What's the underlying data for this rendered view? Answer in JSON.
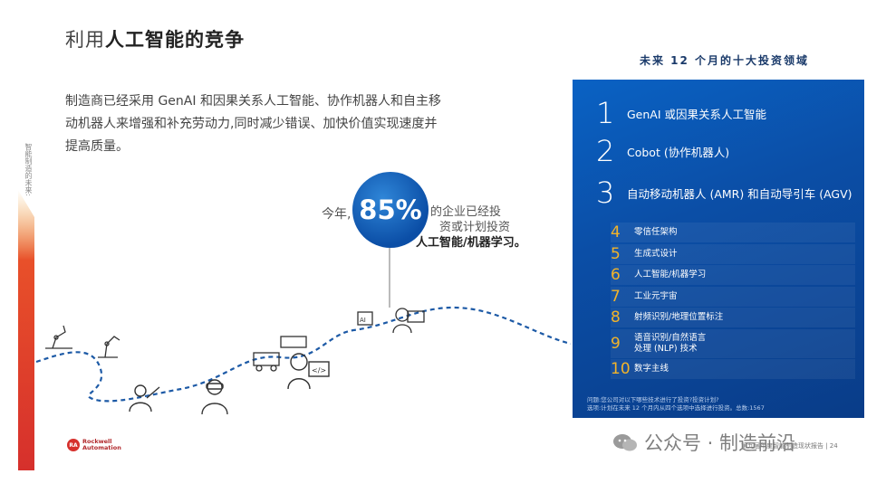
{
  "slide": {
    "title_prefix": "利用",
    "title_bold": "人工智能的竞争",
    "body": "制造商已经采用 GenAI 和因果关系人工智能、协作机器人和自主移动机器人来增强和补充劳动力,同时减少错误、加快价值实现速度并提高质量。",
    "side_label": "智能制造的未来:",
    "page_footer": "第九届年度智能制造现状报告 | 24"
  },
  "stat": {
    "prefix": "今年,",
    "value": "85%",
    "line1": "的企业已经投",
    "line2": "资或计划投资",
    "line3": "人工智能/机器学习。"
  },
  "panel": {
    "heading": "未来 12 个月的十大投资领域",
    "top_items": [
      {
        "num": "1",
        "label": "GenAI 或因果关系人工智能"
      },
      {
        "num": "2",
        "label": "Cobot (协作机器人)"
      },
      {
        "num": "3",
        "label": "自动移动机器人 (AMR) 和自动导引车 (AGV)"
      }
    ],
    "sub_items": [
      {
        "num": "4",
        "label": "零信任架构"
      },
      {
        "num": "5",
        "label": "生成式设计"
      },
      {
        "num": "6",
        "label": "人工智能/机器学习"
      },
      {
        "num": "7",
        "label": "工业元宇宙"
      },
      {
        "num": "8",
        "label": "射频识别/地理位置标注"
      },
      {
        "num": "9",
        "label": "语音识别/自然语言\n处理 (NLP) 技术"
      },
      {
        "num": "10",
        "label": "数字主线"
      }
    ],
    "footer_q": "问题:您公司对以下哪些技术进行了投资?投资计划?",
    "footer_note": "选项:计划在未来 12 个月内从四个选项中选择进行投资。总数:1567"
  },
  "logo": {
    "mark": "RA",
    "line1": "Rockwell",
    "line2": "Automation"
  },
  "watermark": {
    "text": "公众号 · 制造前沿"
  },
  "colors": {
    "blue": "#0b4ea6",
    "accent_orange": "#f3b429",
    "red": "#d6302c"
  }
}
